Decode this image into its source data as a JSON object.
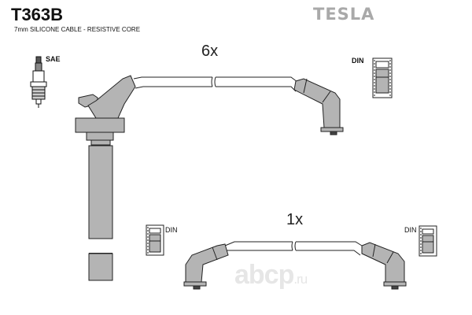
{
  "header": {
    "part_number": "T363B",
    "description": "7mm SILICONE CABLE - RESISTIVE CORE",
    "brand": "TESLA"
  },
  "labels": {
    "spark_plug_standard": "SAE",
    "din_top_right": "DIN",
    "din_bottom_left": "DIN",
    "din_bottom_right": "DIN"
  },
  "quantities": {
    "upper_cable": "6x",
    "lower_cable": "1x"
  },
  "watermark": {
    "text": "abcp",
    "suffix": ".ru"
  },
  "colors": {
    "boot_fill": "#b4b4b4",
    "outline": "#222222",
    "brand": "#a9a9a9"
  }
}
